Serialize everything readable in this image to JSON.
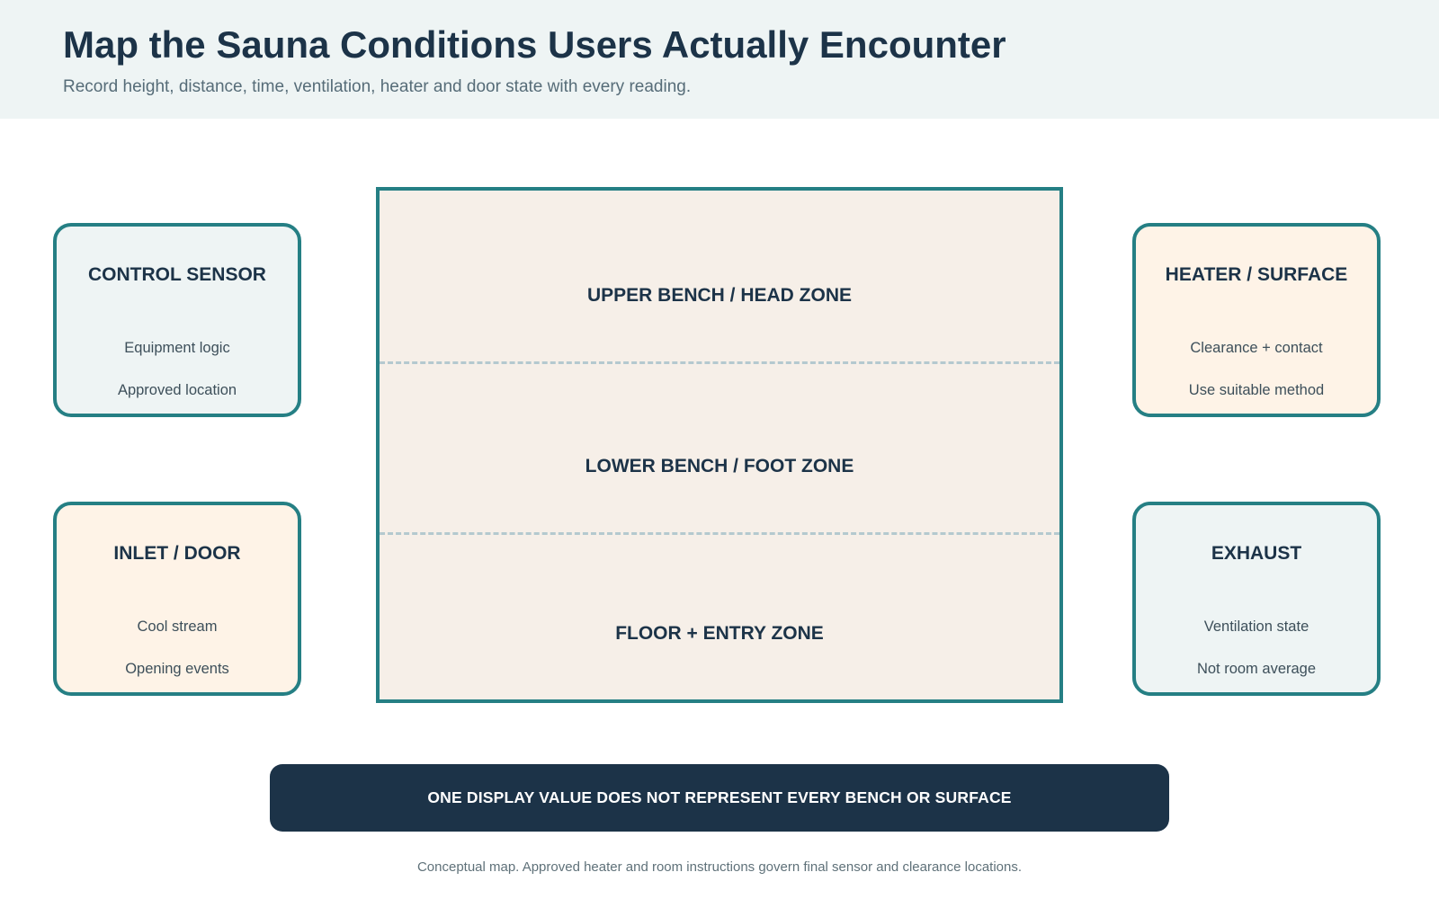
{
  "header": {
    "title": "Map the Sauna Conditions Users Actually Encounter",
    "subtitle": "Record height, distance, time, ventilation, heater and door state with every reading."
  },
  "cards": {
    "control_sensor": {
      "title": "CONTROL SENSOR",
      "lines": [
        "Equipment logic",
        "Approved location"
      ]
    },
    "heater_surface": {
      "title": "HEATER / SURFACE",
      "lines": [
        "Clearance + contact",
        "Use suitable method"
      ]
    },
    "inlet_door": {
      "title": "INLET / DOOR",
      "lines": [
        "Cool stream",
        "Opening events"
      ]
    },
    "exhaust": {
      "title": "EXHAUST",
      "lines": [
        "Ventilation state",
        "Not room average"
      ]
    }
  },
  "room": {
    "zones": [
      "UPPER BENCH / HEAD ZONE",
      "LOWER BENCH / FOOT ZONE",
      "FLOOR + ENTRY ZONE"
    ]
  },
  "banner": {
    "text": "ONE DISPLAY VALUE DOES NOT REPRESENT EVERY BENCH OR SURFACE"
  },
  "footnote": "Conceptual map. Approved heater and room instructions govern final sensor and clearance locations.",
  "colors": {
    "accent_teal": "#257f84",
    "navy": "#1c3348",
    "cool_card": "#eef4f4",
    "warm_card": "#fef3e7",
    "room_fill": "#f6efe8"
  }
}
